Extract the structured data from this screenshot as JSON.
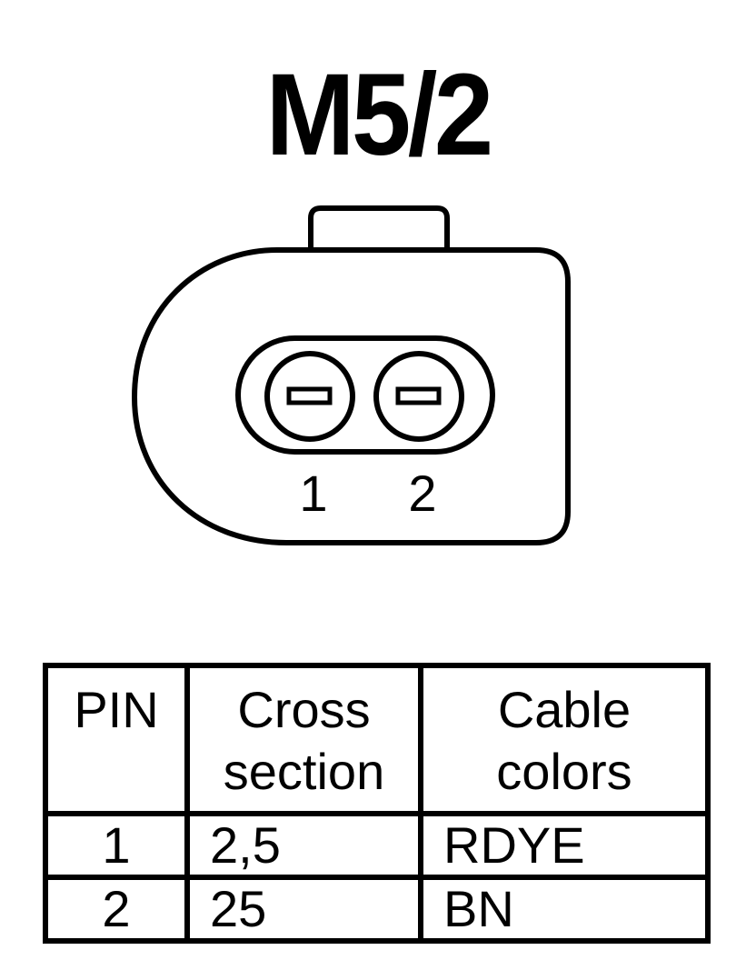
{
  "title": "M5/2",
  "connector": {
    "pins": [
      {
        "label": "1"
      },
      {
        "label": "2"
      }
    ]
  },
  "table": {
    "headers": {
      "pin": "PIN",
      "cross_line1": "Cross",
      "cross_line2": "section",
      "color_line1": "Cable",
      "color_line2": "colors"
    },
    "rows": [
      {
        "pin": "1",
        "cross_section": "2,5",
        "color": "RDYE"
      },
      {
        "pin": "2",
        "cross_section": "25",
        "color": "BN"
      }
    ]
  }
}
